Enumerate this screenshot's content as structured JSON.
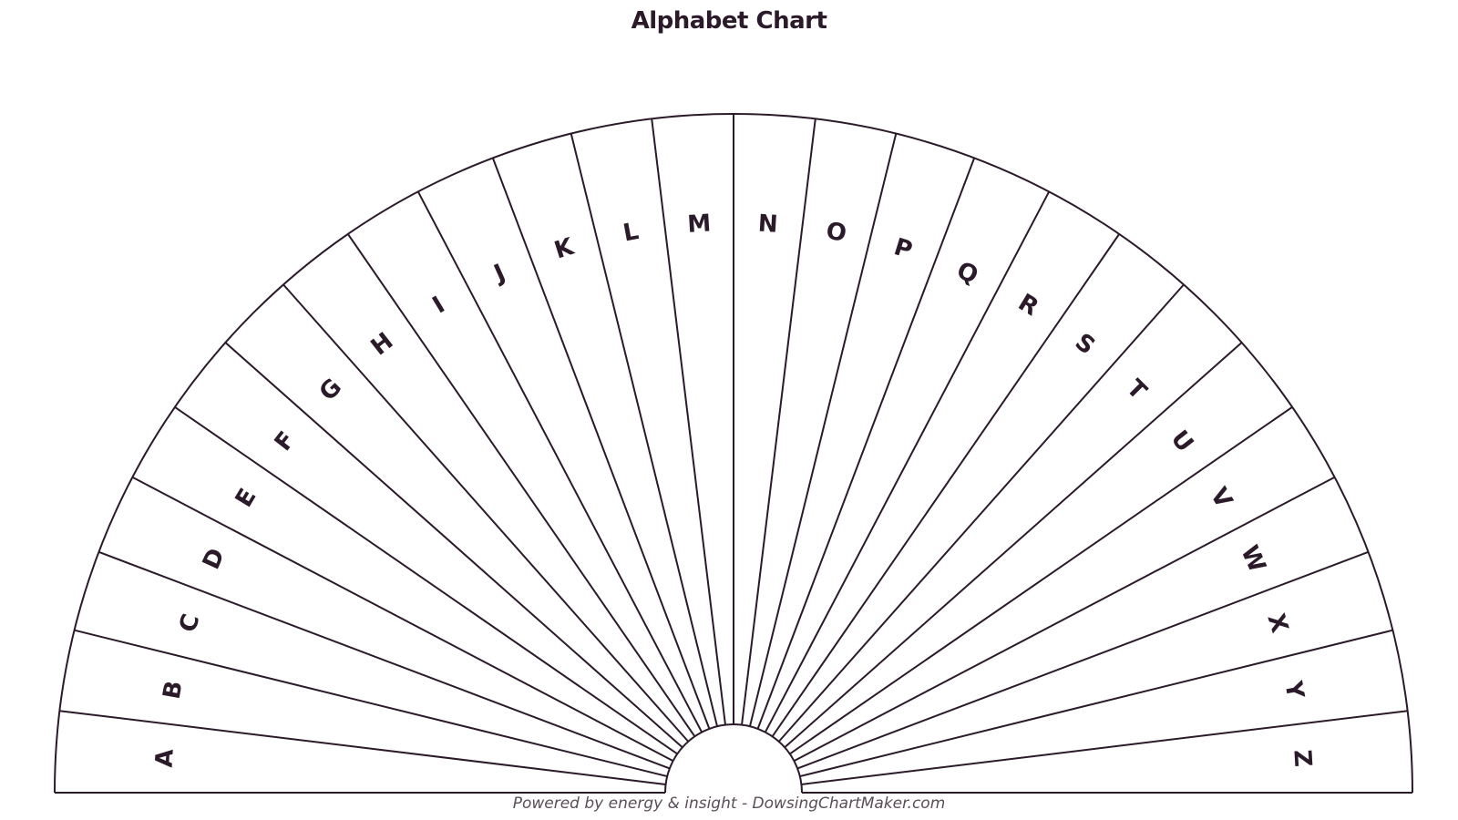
{
  "title": "Alphabet Chart",
  "footer": "Powered by energy & insight - DowsingChartMaker.com",
  "colors": {
    "ink": "#2b1a2a",
    "footer_text": "#5a4e58",
    "background": "#ffffff"
  },
  "segments": [
    "A",
    "B",
    "C",
    "D",
    "E",
    "F",
    "G",
    "H",
    "I",
    "J",
    "K",
    "L",
    "M",
    "N",
    "O",
    "P",
    "Q",
    "R",
    "S",
    "T",
    "U",
    "V",
    "W",
    "X",
    "Y",
    "Z"
  ]
}
